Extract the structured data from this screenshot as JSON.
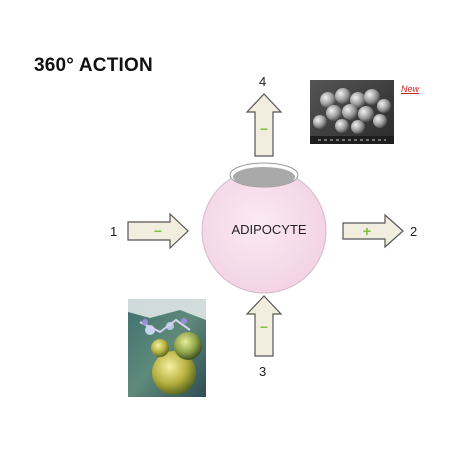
{
  "title": "360° ACTION",
  "center_label": "ADIPOCYTE",
  "new_label": "New",
  "arrows": [
    {
      "number": "1",
      "sign": "−"
    },
    {
      "number": "2",
      "sign": "+"
    },
    {
      "number": "3",
      "sign": "−"
    },
    {
      "number": "4",
      "sign": "−"
    }
  ],
  "colors": {
    "cell": "#f6dcea",
    "arrow_fill": "#f1eee0",
    "arrow_stroke": "#555555",
    "sign": "#7fbf3f",
    "new_link": "#cc2222"
  }
}
